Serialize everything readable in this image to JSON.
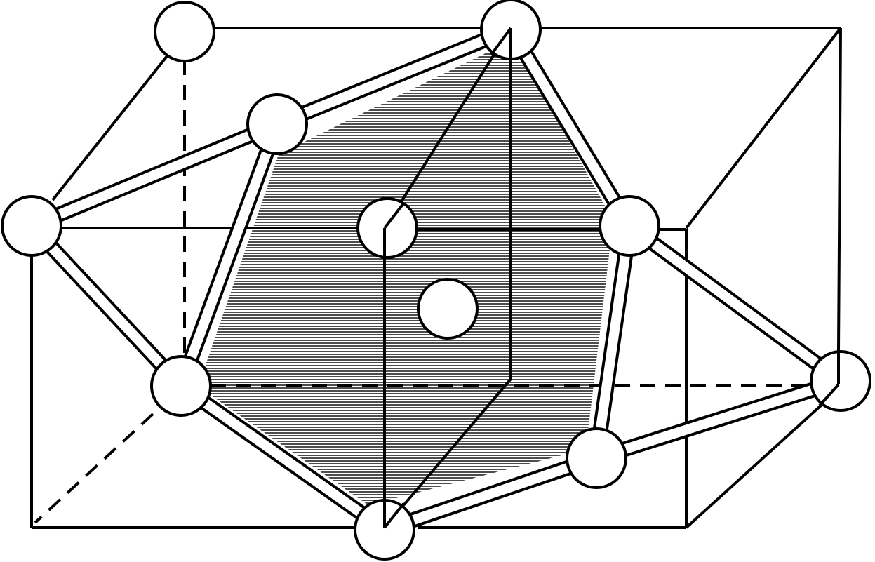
{
  "colors": {
    "background": "#ffffff",
    "stroke": "#000000",
    "hatch": "#000000",
    "atom_fill": "#ffffff"
  },
  "diagram": {
    "kind": "crystal-lattice-unit-cell",
    "atoms": [
      {
        "id": "a1"
      },
      {
        "id": "a2"
      },
      {
        "id": "a3"
      },
      {
        "id": "a4"
      },
      {
        "id": "a5"
      },
      {
        "id": "a6"
      },
      {
        "id": "a7"
      },
      {
        "id": "a8"
      },
      {
        "id": "a9"
      },
      {
        "id": "a10"
      },
      {
        "id": "a11"
      }
    ],
    "bonds": [
      {
        "from": "a4",
        "to": "a3"
      },
      {
        "from": "a3",
        "to": "a2"
      },
      {
        "from": "a2",
        "to": "a6"
      },
      {
        "from": "a6",
        "to": "a9"
      },
      {
        "from": "a9",
        "to": "a8"
      },
      {
        "from": "a8",
        "to": "a10"
      },
      {
        "from": "a10",
        "to": "a7"
      },
      {
        "from": "a7",
        "to": "a4"
      },
      {
        "from": "a3",
        "to": "a7"
      },
      {
        "from": "a6",
        "to": "a8"
      }
    ],
    "hatched_region": "hexagonal-plane"
  }
}
